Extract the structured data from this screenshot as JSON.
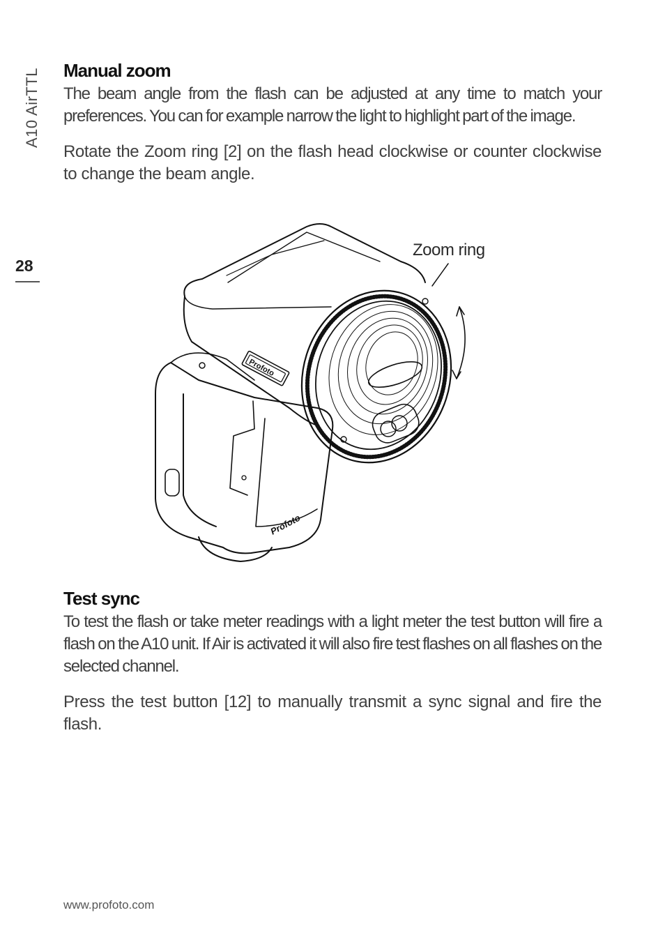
{
  "side_title": "A10 AirTTL",
  "page_number": "28",
  "section1": {
    "heading": "Manual zoom",
    "para1": "The beam angle from the flash can be adjusted at any time to match your preferences. You can for example narrow the light to highlight part of the image.",
    "para2": "Rotate the Zoom ring [2] on the flash head clockwise or counter clockwise to change the beam angle."
  },
  "figure": {
    "callout_label": "Zoom ring",
    "brand_label_head": "Profoto",
    "brand_label_body": "Profoto"
  },
  "section2": {
    "heading": "Test sync",
    "para1": "To test the flash or take meter readings with a light meter the test button will fire a flash on the A10 unit. If Air is activated it will also fire test flashes on all flashes on the selected channel.",
    "para2": "Press the test button [12] to manually transmit a sync signal and fire the flash."
  },
  "footer": {
    "url": "www.profoto.com"
  }
}
